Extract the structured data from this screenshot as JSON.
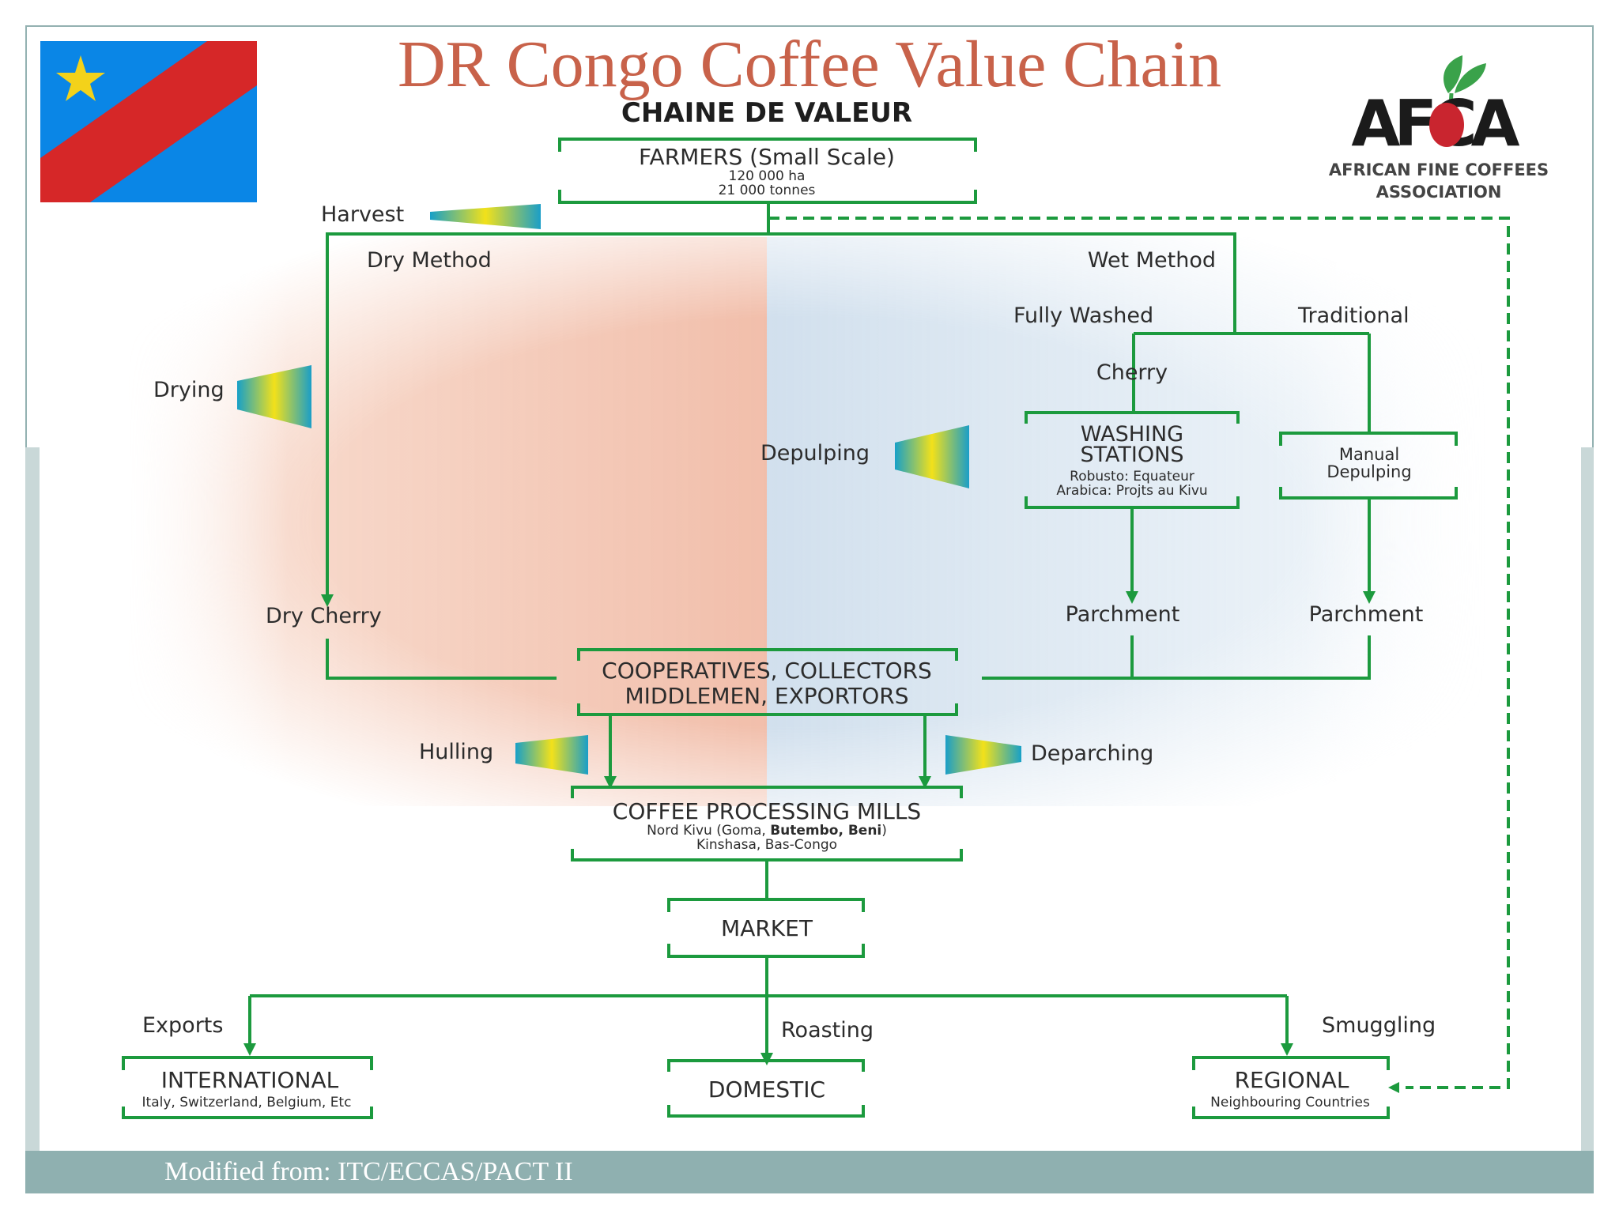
{
  "title": "DR Congo Coffee Value Chain",
  "source": "Modified from: ITC/ECCAS/PACT II",
  "logo": {
    "letters": "AFCA",
    "line1": "AFRICAN FINE COFFEES",
    "line2": "ASSOCIATION"
  },
  "colors": {
    "line": "#1c9a3e",
    "title": "#c8624a",
    "flag_blue": "#0a86e6",
    "flag_red": "#d62728",
    "flag_yellow": "#f3d21a"
  },
  "diagram": {
    "subtitle": "CHAINE DE VALEUR",
    "farmers": {
      "title": "FARMERS (Small Scale)",
      "l1": "120 000 ha",
      "l2": "21 000 tonnes"
    },
    "harvest": "Harvest",
    "dry_method": "Dry Method",
    "wet_method": "Wet Method",
    "fully_washed": "Fully Washed",
    "traditional": "Traditional",
    "cherry": "Cherry",
    "drying": "Drying",
    "depulping": "Depulping",
    "washing": {
      "l1": "WASHING",
      "l2": "STATIONS",
      "l3": "Robusto: Equateur",
      "l4": "Arabica: Projts au Kivu"
    },
    "manual": {
      "l1": "Manual",
      "l2": "Depulping"
    },
    "dry_cherry": "Dry Cherry",
    "parchment1": "Parchment",
    "parchment2": "Parchment",
    "coop": {
      "l1": "COOPERATIVES, COLLECTORS",
      "l2": "MIDDLEMEN, EXPORTORS"
    },
    "hulling": "Hulling",
    "deparching": "Deparching",
    "mills": {
      "title": "COFFEE PROCESSING MILLS",
      "l1a": "Nord Kivu (Goma, ",
      "l1b": "Butembo, Beni",
      "l1c": ")",
      "l2": "Kinshasa, Bas-Congo"
    },
    "market": "MARKET",
    "exports": "Exports",
    "roasting": "Roasting",
    "smuggling": "Smuggling",
    "international": {
      "title": "INTERNATIONAL",
      "sub": "Italy, Switzerland, Belgium, Etc"
    },
    "domestic": "DOMESTIC",
    "regional": {
      "title": "REGIONAL",
      "sub": "Neighbouring Countries"
    }
  }
}
